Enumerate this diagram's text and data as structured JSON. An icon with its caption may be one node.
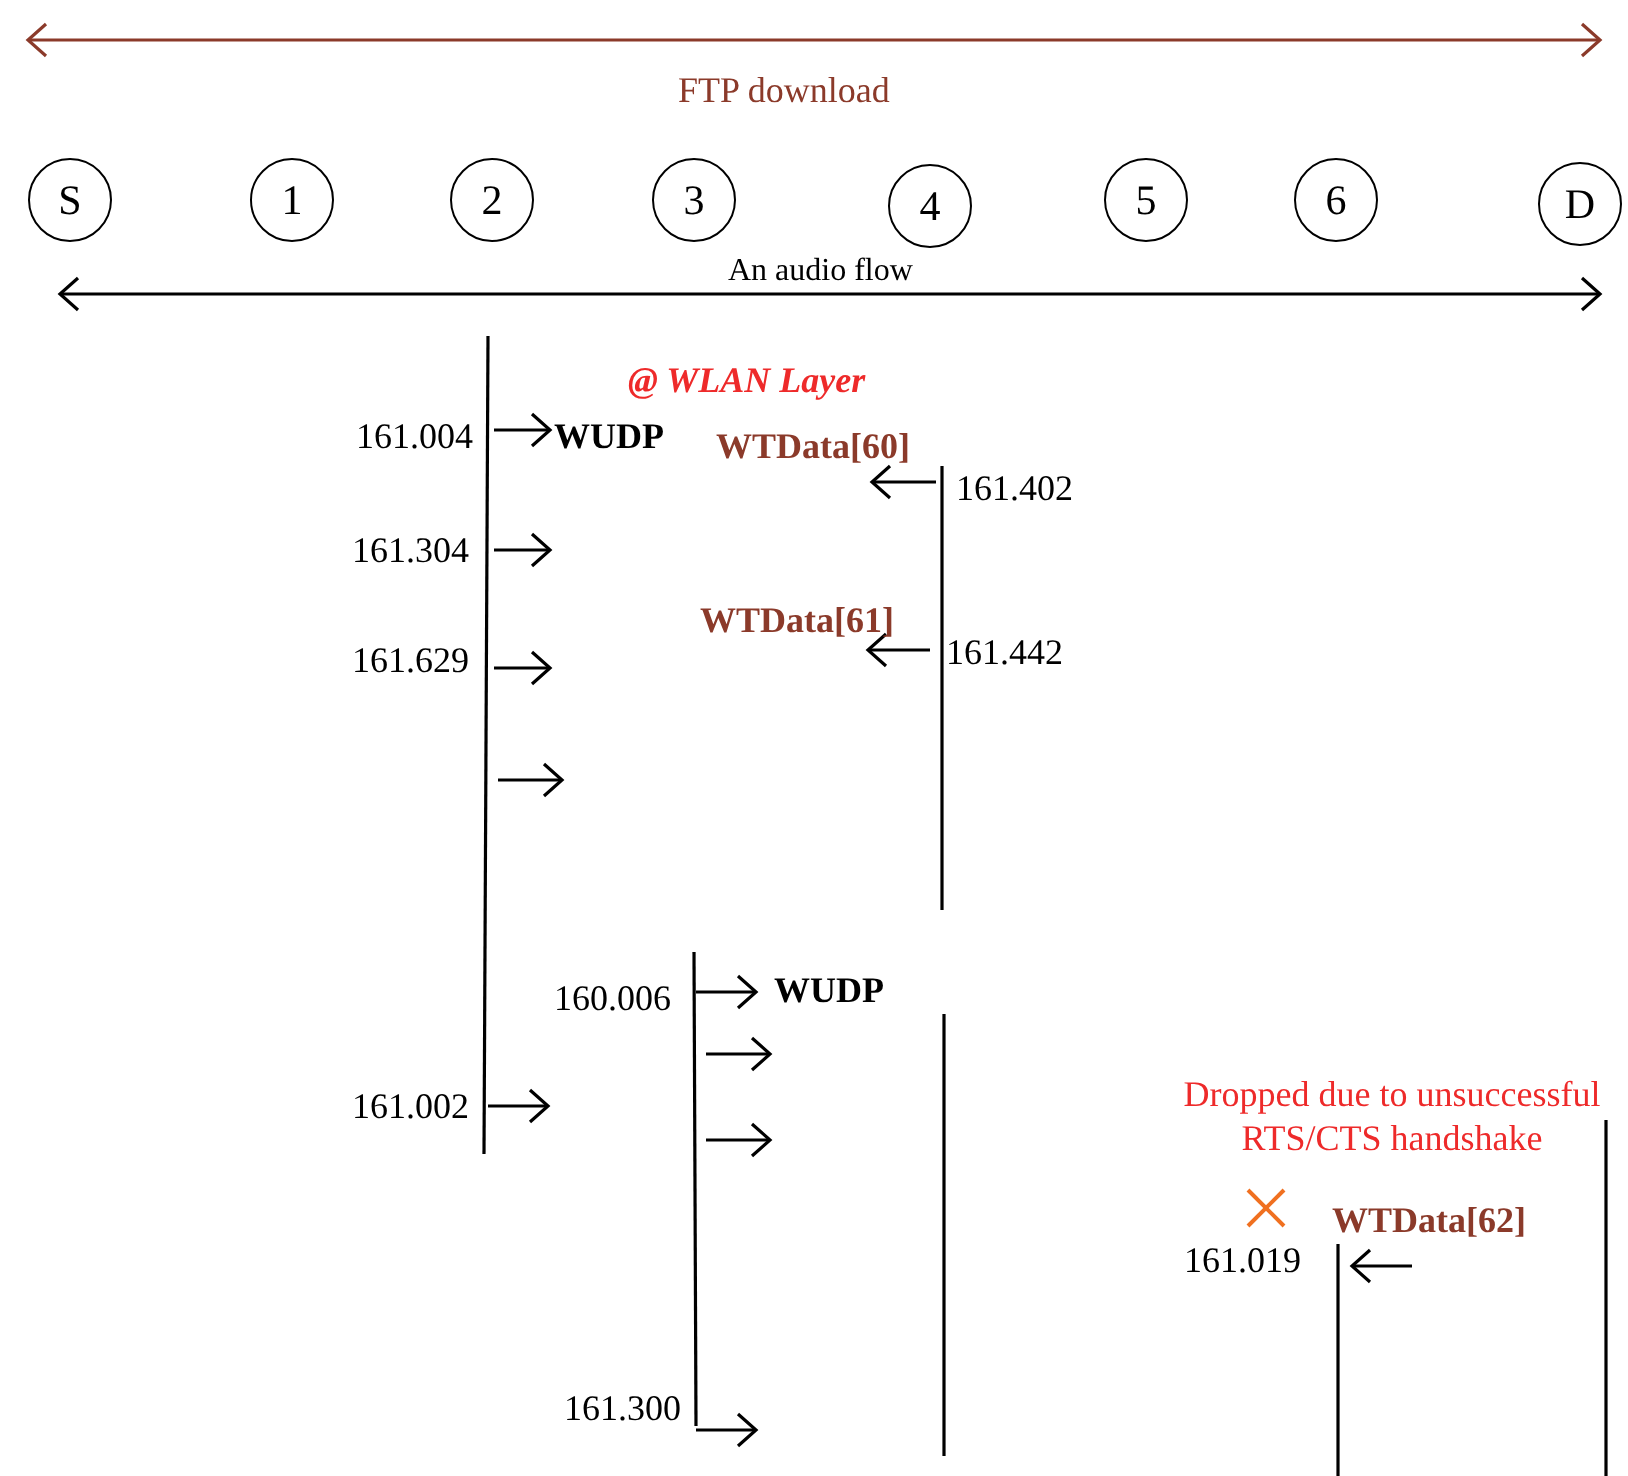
{
  "diagram": {
    "nodes": [
      {
        "text": [
          "S"
        ]
      },
      {
        "text": [
          "1"
        ]
      },
      {
        "text": [
          "2"
        ]
      },
      {
        "text": [
          "3"
        ]
      },
      {
        "text": [
          "4"
        ]
      },
      {
        "text": [
          "5"
        ]
      },
      {
        "text": [
          "6"
        ]
      },
      {
        "text": [
          "D"
        ]
      }
    ],
    "edges": [],
    "labels": [
      "FTP download",
      "An audio flow",
      "@ WLAN Layer",
      "161.004",
      "WUDP",
      "WTData[60]",
      "161.402",
      "161.304",
      "WTData[61]",
      "161.629",
      "161.442",
      "160.006",
      "WUDP",
      "161.002",
      "Dropped due to unsuccessful RTS/CTS handshake",
      "161.019",
      "WTData[62]",
      "161.300"
    ]
  }
}
